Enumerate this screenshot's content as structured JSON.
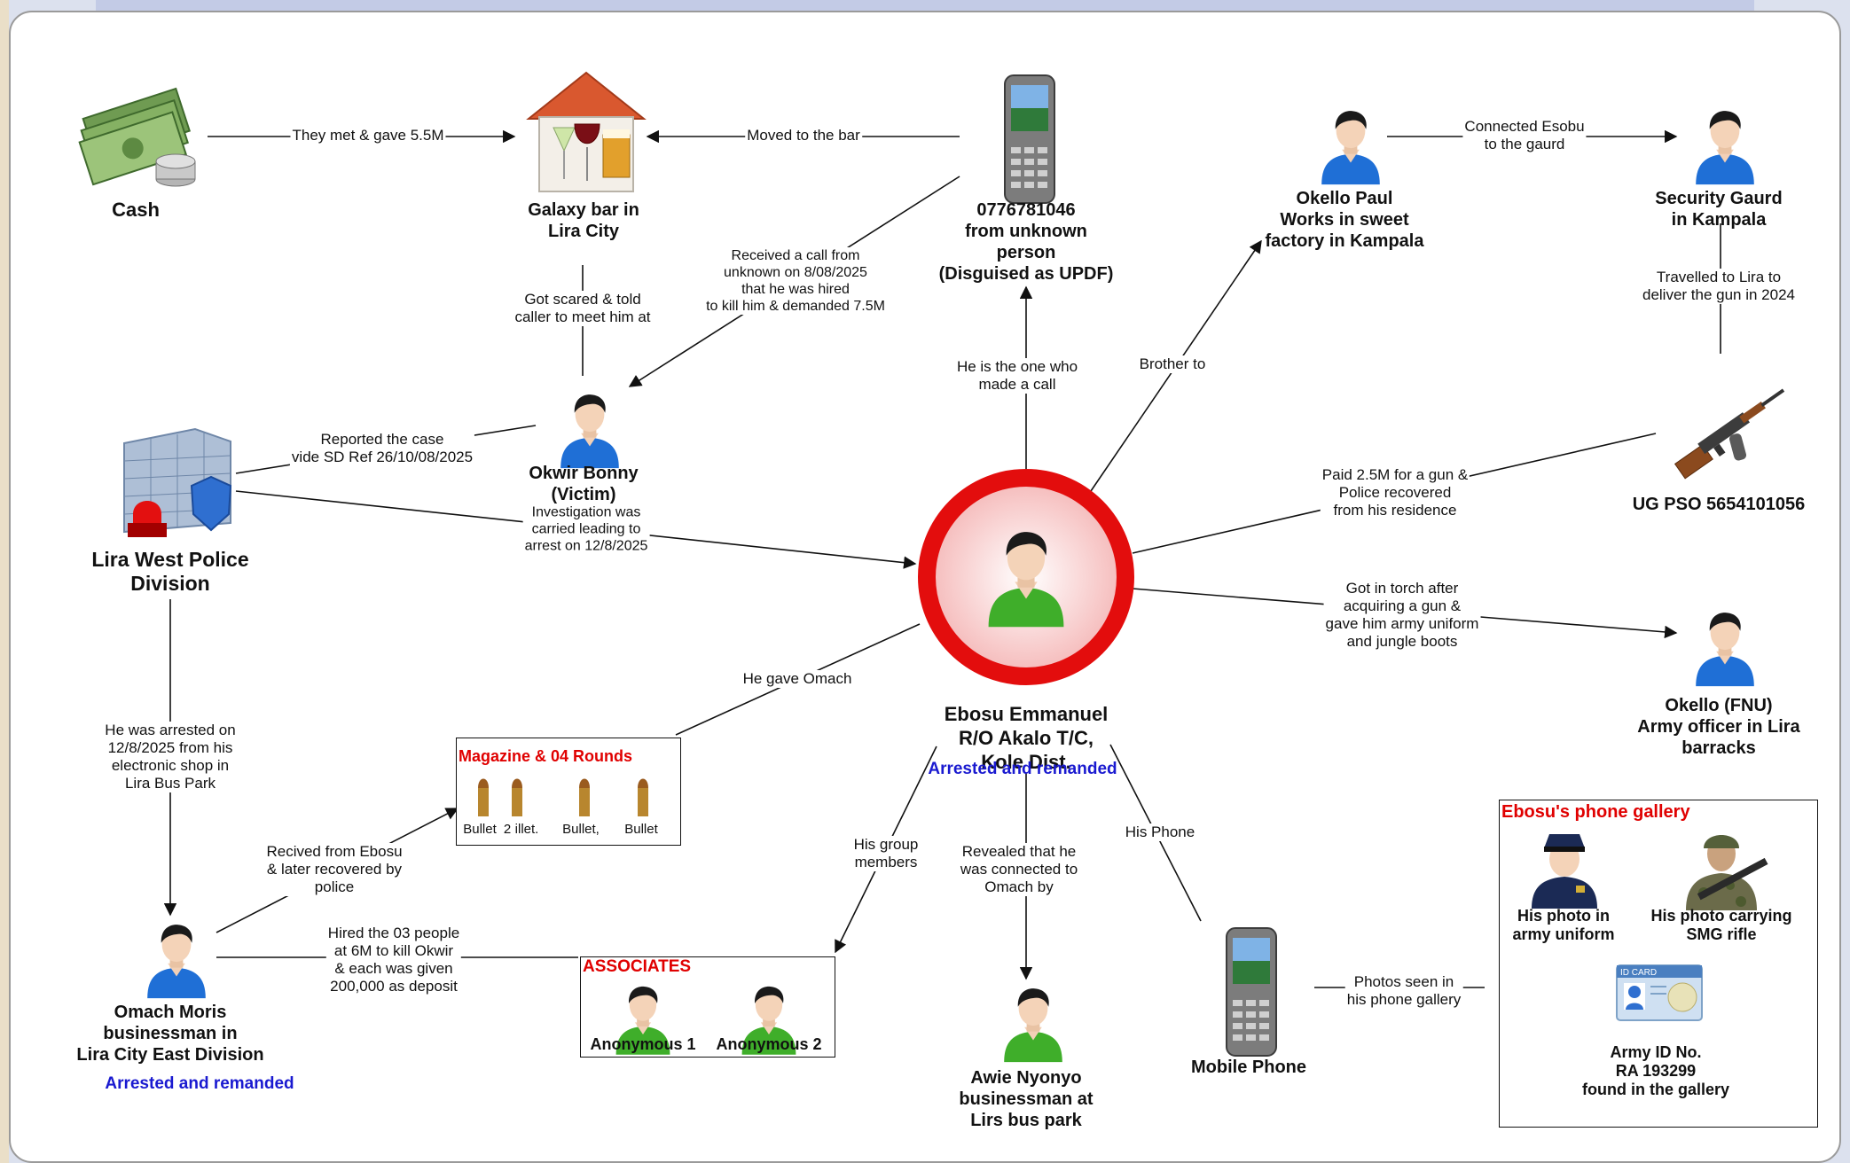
{
  "nodes": {
    "cash": "Cash",
    "bar": "Galaxy bar in\nLira City",
    "phone_number": "0776781046\nfrom unknown\nperson\n(Disguised as UPDF)",
    "okello_paul": "Okello Paul\nWorks in sweet\nfactory in Kampala",
    "security_guard": "Security Gaurd\nin Kampala",
    "police": "Lira West Police\nDivision",
    "victim": "Okwir Bonny\n(Victim)",
    "gun": "UG PSO 5654101056",
    "central": "Ebosu Emmanuel\nR/O Akalo T/C,\nKole Dist.",
    "central_status": "Arrested and remanded",
    "okello_fnu": "Okello (FNU)\nArmy officer in Lira\nbarracks",
    "omach": "Omach Moris\nbusinessman in\nLira City East Division",
    "omach_status": "Arrested and remanded",
    "awie": "Awie Nyonyo\nbusinessman at\nLirs bus park",
    "mobile_phone": "Mobile Phone"
  },
  "magazine": {
    "title": "Magazine & 04 Rounds",
    "bullet_labels": [
      "Bullet",
      "2",
      "illet.",
      "Bullet,",
      "Bullet"
    ]
  },
  "associates": {
    "title": "ASSOCIATES",
    "members": [
      "Anonymous 1",
      "Anonymous 2"
    ]
  },
  "gallery": {
    "title": "Ebosu's phone gallery",
    "items": [
      "His photo in\narmy uniform",
      "His photo carrying\nSMG rifle",
      "Army ID No.\nRA 193299\nfound in the gallery"
    ],
    "id_card_text": "ID CARD"
  },
  "edges": {
    "cash_bar": "They met & gave 5.5M",
    "phone_bar": "Moved to the bar",
    "phone_victim": "Received a call from\nunknown on 8/08/2025\nthat he was hired\nto kill him & demanded 7.5M",
    "bar_victim": "Got scared & told\ncaller to meet him at",
    "paul_guard": "Connected Esobu\nto the gaurd",
    "guard_gun": "Travelled to Lira to\ndeliver the gun in 2024",
    "victim_police": "Reported the case\nvide SD Ref 26/10/08/2025",
    "police_central": "Investigation was\ncarried leading to\narrest on 12/8/2025",
    "central_phone": "He is the one who\nmade a call",
    "central_paul": "Brother to",
    "gun_central": "Paid 2.5M for a gun &\nPolice recovered\nfrom his residence",
    "central_okello": "Got in torch after\nacquiring a gun &\ngave him army uniform\nand jungle boots",
    "police_omach": "He was arrested on\n12/8/2025 from his\nelectronic shop in\nLira Bus Park",
    "central_magazine": "He gave Omach",
    "omach_magazine": "Recived from Ebosu\n& later recovered by\npolice",
    "omach_associates": "Hired the 03 people\nat 6M to kill Okwir\n& each was given\n200,000 as deposit",
    "central_associates": "His group\nmembers",
    "central_awie": "Revealed that he\nwas connected to\nOmach by",
    "central_mobile": "His Phone",
    "mobile_gallery": "Photos seen in\nhis phone gallery"
  },
  "colors": {
    "accent_red": "#e00000",
    "status_blue": "#1a1ad0",
    "person_shirt_blue": "#1f6fd6",
    "person_shirt_green": "#3fae2a"
  }
}
